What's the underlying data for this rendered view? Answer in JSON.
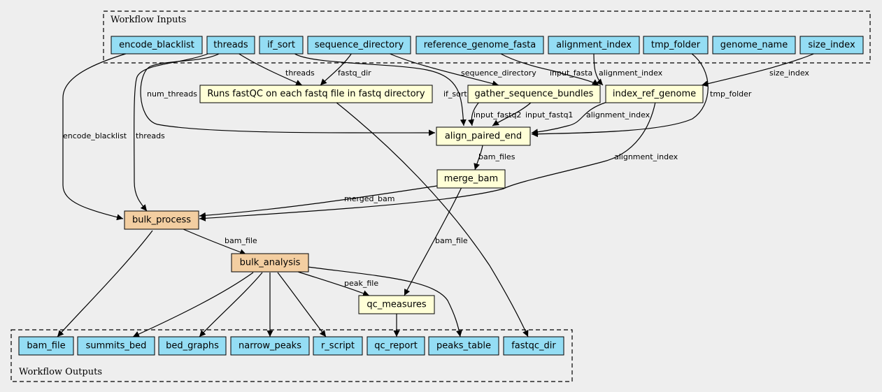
{
  "clusters": {
    "inputs": "Workflow Inputs",
    "outputs": "Workflow Outputs"
  },
  "colors": {
    "io": "#94ddf4",
    "step": "#ffffd7",
    "subworkflow": "#f3cea1",
    "background": "#eeeeee"
  },
  "inputs": {
    "encode_blacklist": "encode_blacklist",
    "threads": "threads",
    "if_sort": "if_sort",
    "sequence_directory": "sequence_directory",
    "reference_genome_fasta": "reference_genome_fasta",
    "alignment_index": "alignment_index",
    "tmp_folder": "tmp_folder",
    "genome_name": "genome_name",
    "size_index": "size_index"
  },
  "steps": {
    "fastqc": "Runs fastQC on each fastq file in fastq directory",
    "gather": "gather_sequence_bundles",
    "index_ref": "index_ref_genome",
    "align": "align_paired_end",
    "merge": "merge_bam",
    "bulk_process": "bulk_process",
    "bulk_analysis": "bulk_analysis",
    "qc_measures": "qc_measures"
  },
  "outputs": {
    "bam_file": "bam_file",
    "summits_bed": "summits_bed",
    "bed_graphs": "bed_graphs",
    "narrow_peaks": "narrow_peaks",
    "r_script": "r_script",
    "qc_report": "qc_report",
    "peaks_table": "peaks_table",
    "fastqc_dir": "fastqc_dir"
  },
  "edge_labels": {
    "threads_fastqc": "threads",
    "fastq_dir": "fastq_dir",
    "sequence_directory": "sequence_directory",
    "input_fasta": "input_fasta",
    "alignment_index_in": "alignment_index",
    "size_index": "size_index",
    "num_threads": "num_threads",
    "if_sort": "if_sort",
    "tmp_folder": "tmp_folder",
    "input_fastq2": "input_fastq2",
    "input_fastq1": "input_fastq1",
    "alignment_index_align": "alignment_index",
    "encode_blacklist": "encode_blacklist",
    "threads_bulk": "threads",
    "bam_files": "bam_files",
    "alignment_index_bulk": "alignment_index",
    "merged_bam": "merged_bam",
    "bam_file_merge": "bam_file",
    "bam_file_bulk": "bam_file",
    "peak_file": "peak_file"
  }
}
